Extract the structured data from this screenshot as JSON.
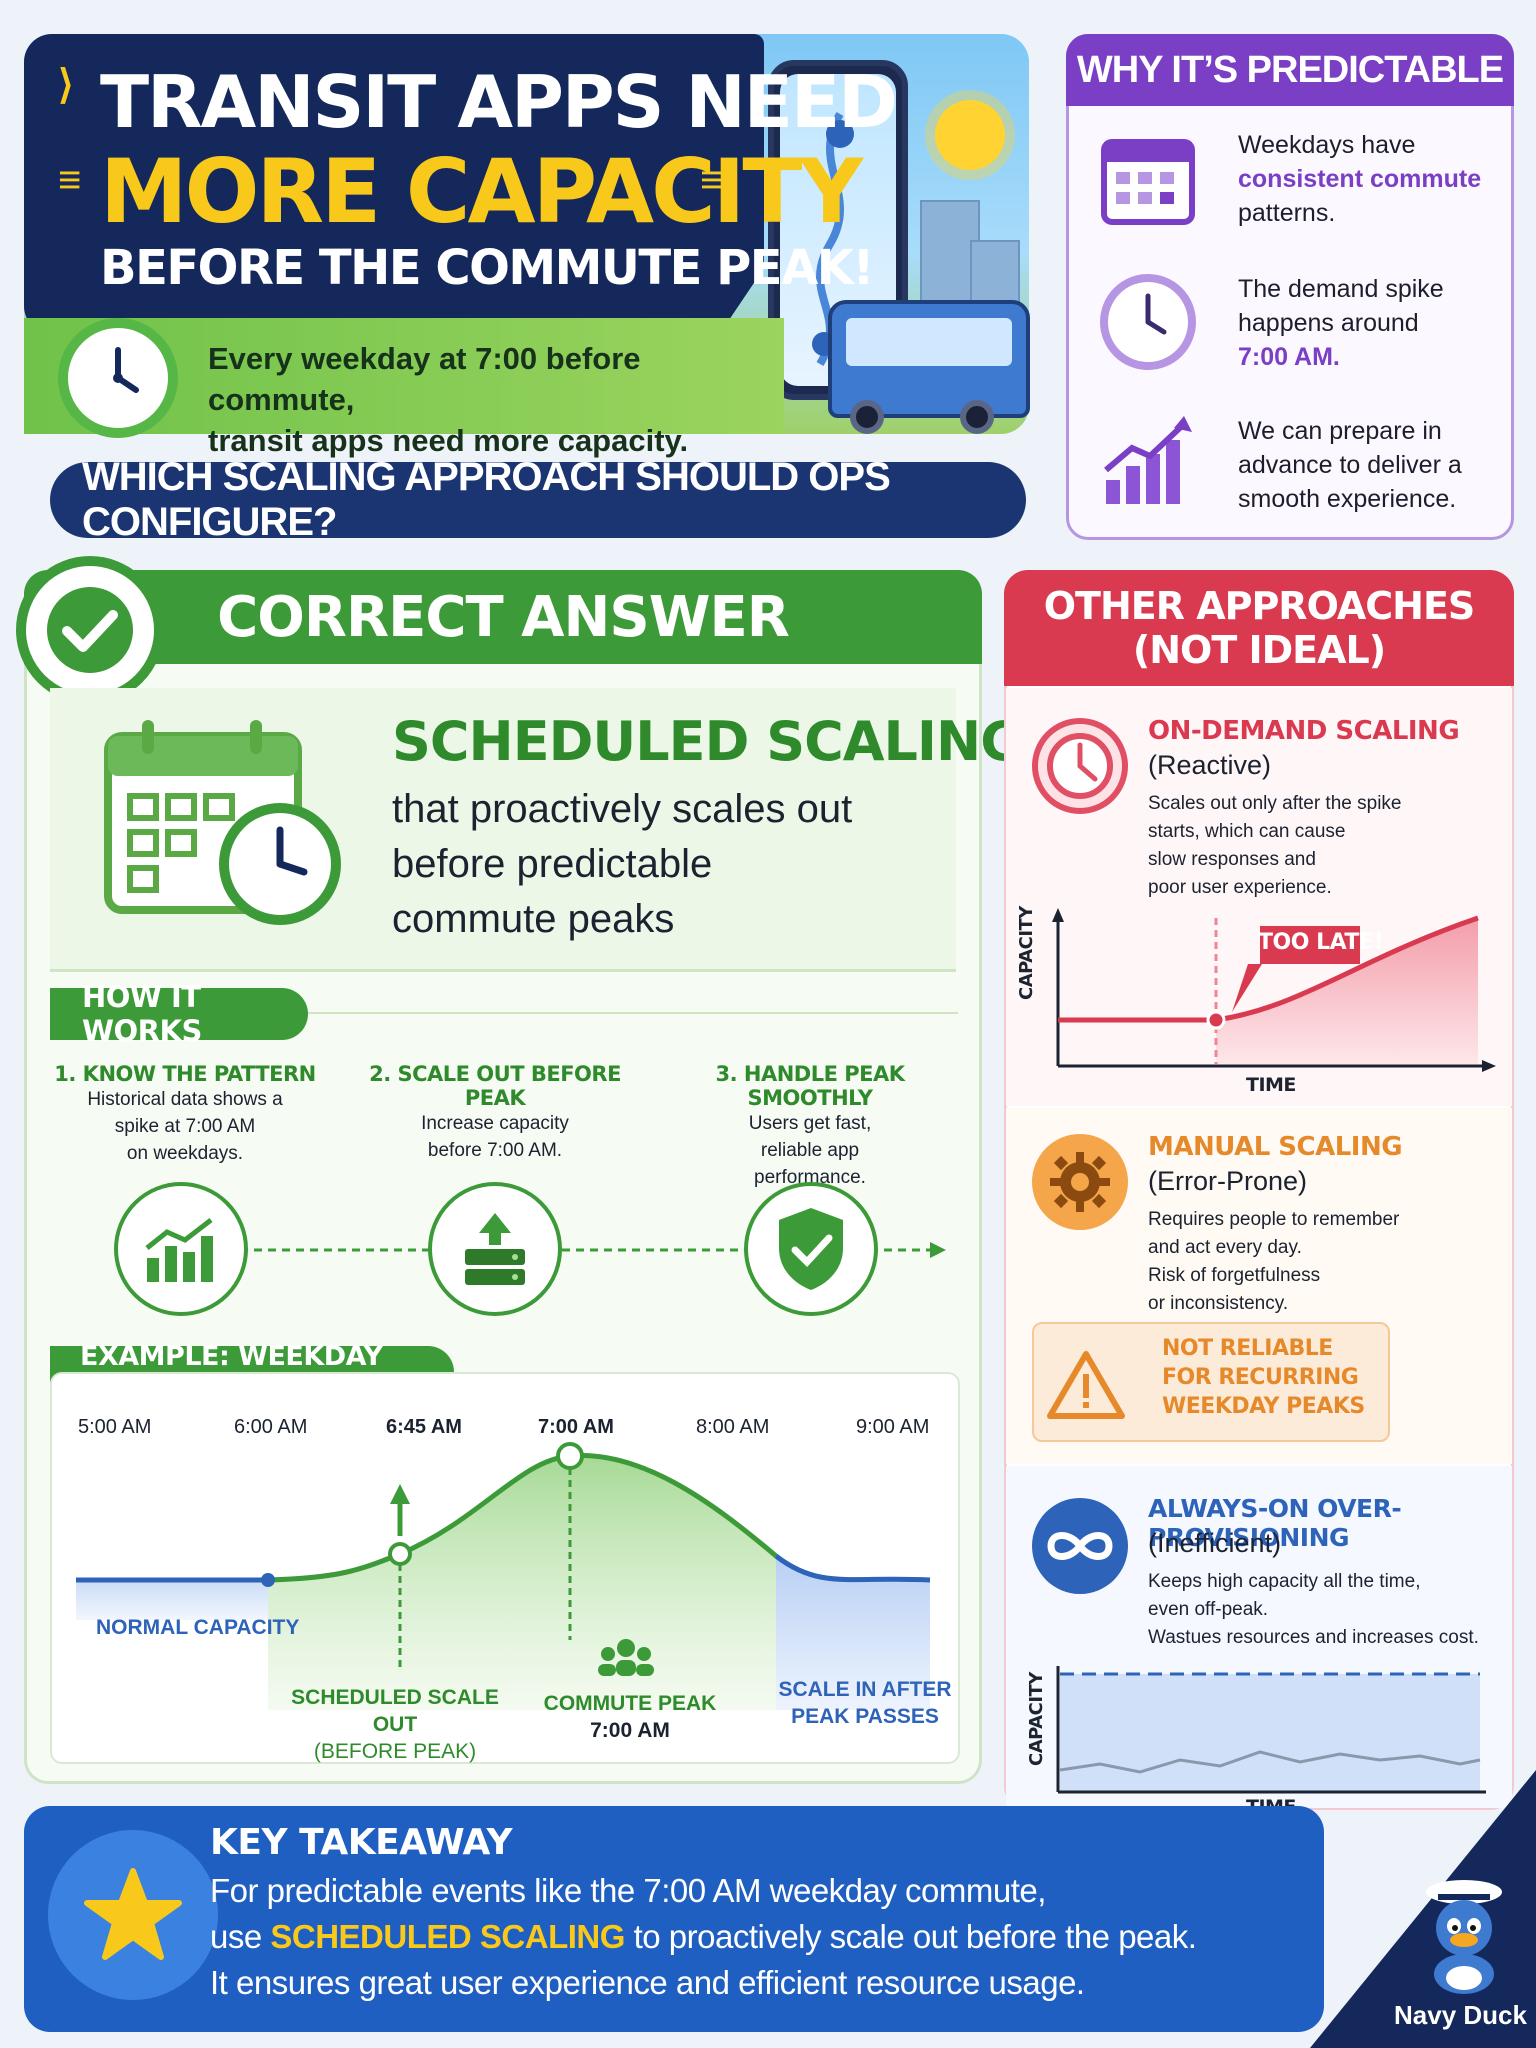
{
  "hero": {
    "line1": "TRANSIT APPS NEED",
    "line2": "MORE CAPACITY",
    "line3": "BEFORE THE COMMUTE PEAK!",
    "subtitle_1": "Every weekday at 7:00 before commute,",
    "subtitle_2": "transit apps need more capacity.",
    "icons": [
      "clock-icon",
      "phone-map-icon",
      "sun-icon",
      "bus-icon"
    ]
  },
  "question": "WHICH SCALING APPROACH SHOULD OPS CONFIGURE?",
  "why": {
    "title": "WHY IT’S PREDICTABLE",
    "items": [
      {
        "icon": "calendar-icon",
        "pre": "Weekdays have",
        "hl": "consistent commute",
        "post": "patterns."
      },
      {
        "icon": "clock-icon",
        "pre": "The demand spike happens around",
        "hl": "7:00 AM.",
        "post": ""
      },
      {
        "icon": "growth-chart-icon",
        "pre": "We can prepare in advance to deliver a smooth experience.",
        "hl": "",
        "post": ""
      }
    ],
    "accent": "#7a3fc4"
  },
  "correct": {
    "header": "CORRECT ANSWER",
    "title": "SCHEDULED SCALING",
    "desc_1": "that proactively scales out",
    "desc_2": "before predictable",
    "desc_3": "commute peaks",
    "how_label": "HOW IT WORKS",
    "steps": [
      {
        "title": "1. KNOW THE PATTERN",
        "d1": "Historical data shows a",
        "d2": "spike at 7:00 AM",
        "d3": "on weekdays.",
        "icon": "bar-chart-icon"
      },
      {
        "title": "2. SCALE OUT BEFORE PEAK",
        "d1": "Increase capacity",
        "d2": "before 7:00 AM.",
        "d3": "",
        "icon": "server-up-icon"
      },
      {
        "title": "3. HANDLE PEAK SMOOTHLY",
        "d1": "Users get fast,",
        "d2": "reliable app",
        "d3": "performance.",
        "icon": "shield-check-icon"
      }
    ],
    "example_label": "EXAMPLE: WEEKDAY TIMELINE",
    "timeline": {
      "ticks": [
        "5:00 AM",
        "6:00 AM",
        "6:45 AM",
        "7:00 AM",
        "8:00 AM",
        "9:00 AM"
      ],
      "normal": "NORMAL CAPACITY",
      "scale_out_1": "SCHEDULED SCALE OUT",
      "scale_out_2": "(BEFORE PEAK)",
      "peak_1": "COMMUTE PEAK",
      "peak_2": "7:00 AM",
      "scale_in_1": "SCALE IN AFTER",
      "scale_in_2": "PEAK PASSES"
    },
    "accent": "#3d9a38"
  },
  "others": {
    "header_1": "OTHER APPROACHES",
    "header_2": "(NOT IDEAL)",
    "on_demand": {
      "title": "ON-DEMAND SCALING",
      "sub": "(Reactive)",
      "d1": "Scales out only after the spike",
      "d2": "starts, which can cause",
      "d3": "slow responses and",
      "d4": "poor user experience.",
      "badge": "TOO LATE!",
      "y_label": "CAPACITY",
      "x_label": "TIME",
      "icon": "alarm-clock-icon"
    },
    "manual": {
      "title": "MANUAL SCALING",
      "sub": "(Error-Prone)",
      "d1": "Requires people to remember",
      "d2": "and act every day.",
      "d3": "Risk of forgetfulness",
      "d4": "or inconsistency.",
      "warn_1": "NOT RELIABLE",
      "warn_2": "FOR RECURRING",
      "warn_3": "WEEKDAY PEAKS",
      "icon": "gear-icon"
    },
    "always_on": {
      "title": "ALWAYS-ON OVER-PROVISIONING",
      "sub": "(Inefficient)",
      "d1": "Keeps high capacity all the time,",
      "d2": "even off-peak.",
      "d3": "Wastues resources and increases cost.",
      "y_label": "CAPACITY",
      "x_label": "TIME",
      "icon": "infinity-icon"
    }
  },
  "takeaway": {
    "title": "KEY TAKEAWAY",
    "l1": "For predictable events like the 7:00 AM weekday commute,",
    "l2_pre": "use ",
    "l2_hl": "SCHEDULED SCALING",
    "l2_post": " to proactively scale out before the peak.",
    "l3": "It ensures great user experience and efficient resource usage.",
    "icon": "star-icon"
  },
  "brand": "Navy Duck"
}
